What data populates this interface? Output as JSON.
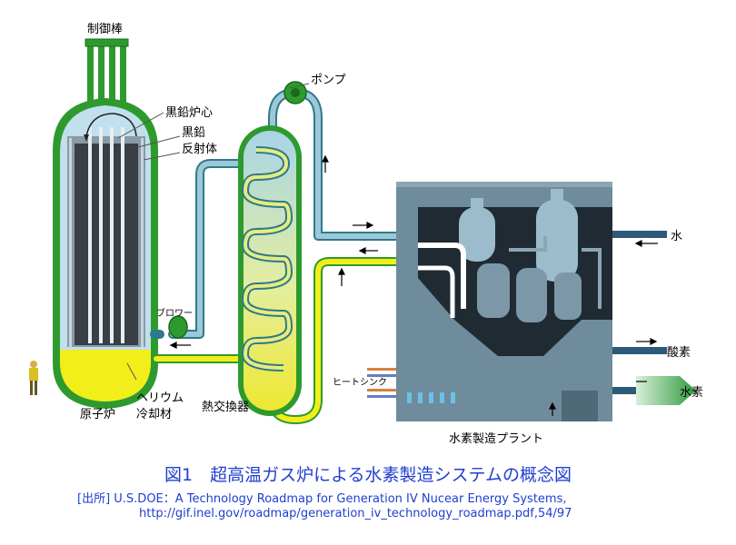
{
  "labels": {
    "control_rods": "制御棒",
    "core": "黒鉛炉心",
    "graphite": "黒鉛",
    "reflector": "反射体",
    "pump": "ポンプ",
    "blower": "ブロワー",
    "helium": "ヘリウム",
    "coolant": "冷却材",
    "reactor": "原子炉",
    "heat_exchanger": "熱交換器",
    "heat_sink": "ヒートシンク",
    "water": "水",
    "oxygen": "酸素",
    "hydrogen": "水素",
    "plant": "水素製造プラント"
  },
  "caption": "図1　超高温ガス炉による水素製造システムの概念図",
  "source": {
    "line1": "[出所] U.S.DOE：A Technology Roadmap for Generation IV Nucear Energy Systems,",
    "line2": "http://gif.inel.gov/roadmap/generation_iv_technology_roadmap.pdf,54/97"
  },
  "colors": {
    "vessel_green": "#2e9a2e",
    "helium_yellow": "#f2ee1a",
    "plant_gray": "#6e8c9c",
    "pipe_blue": "#9cc8d8",
    "caption_blue": "#1f3fd0",
    "hydrogen_arrow": "#3aa04a"
  }
}
